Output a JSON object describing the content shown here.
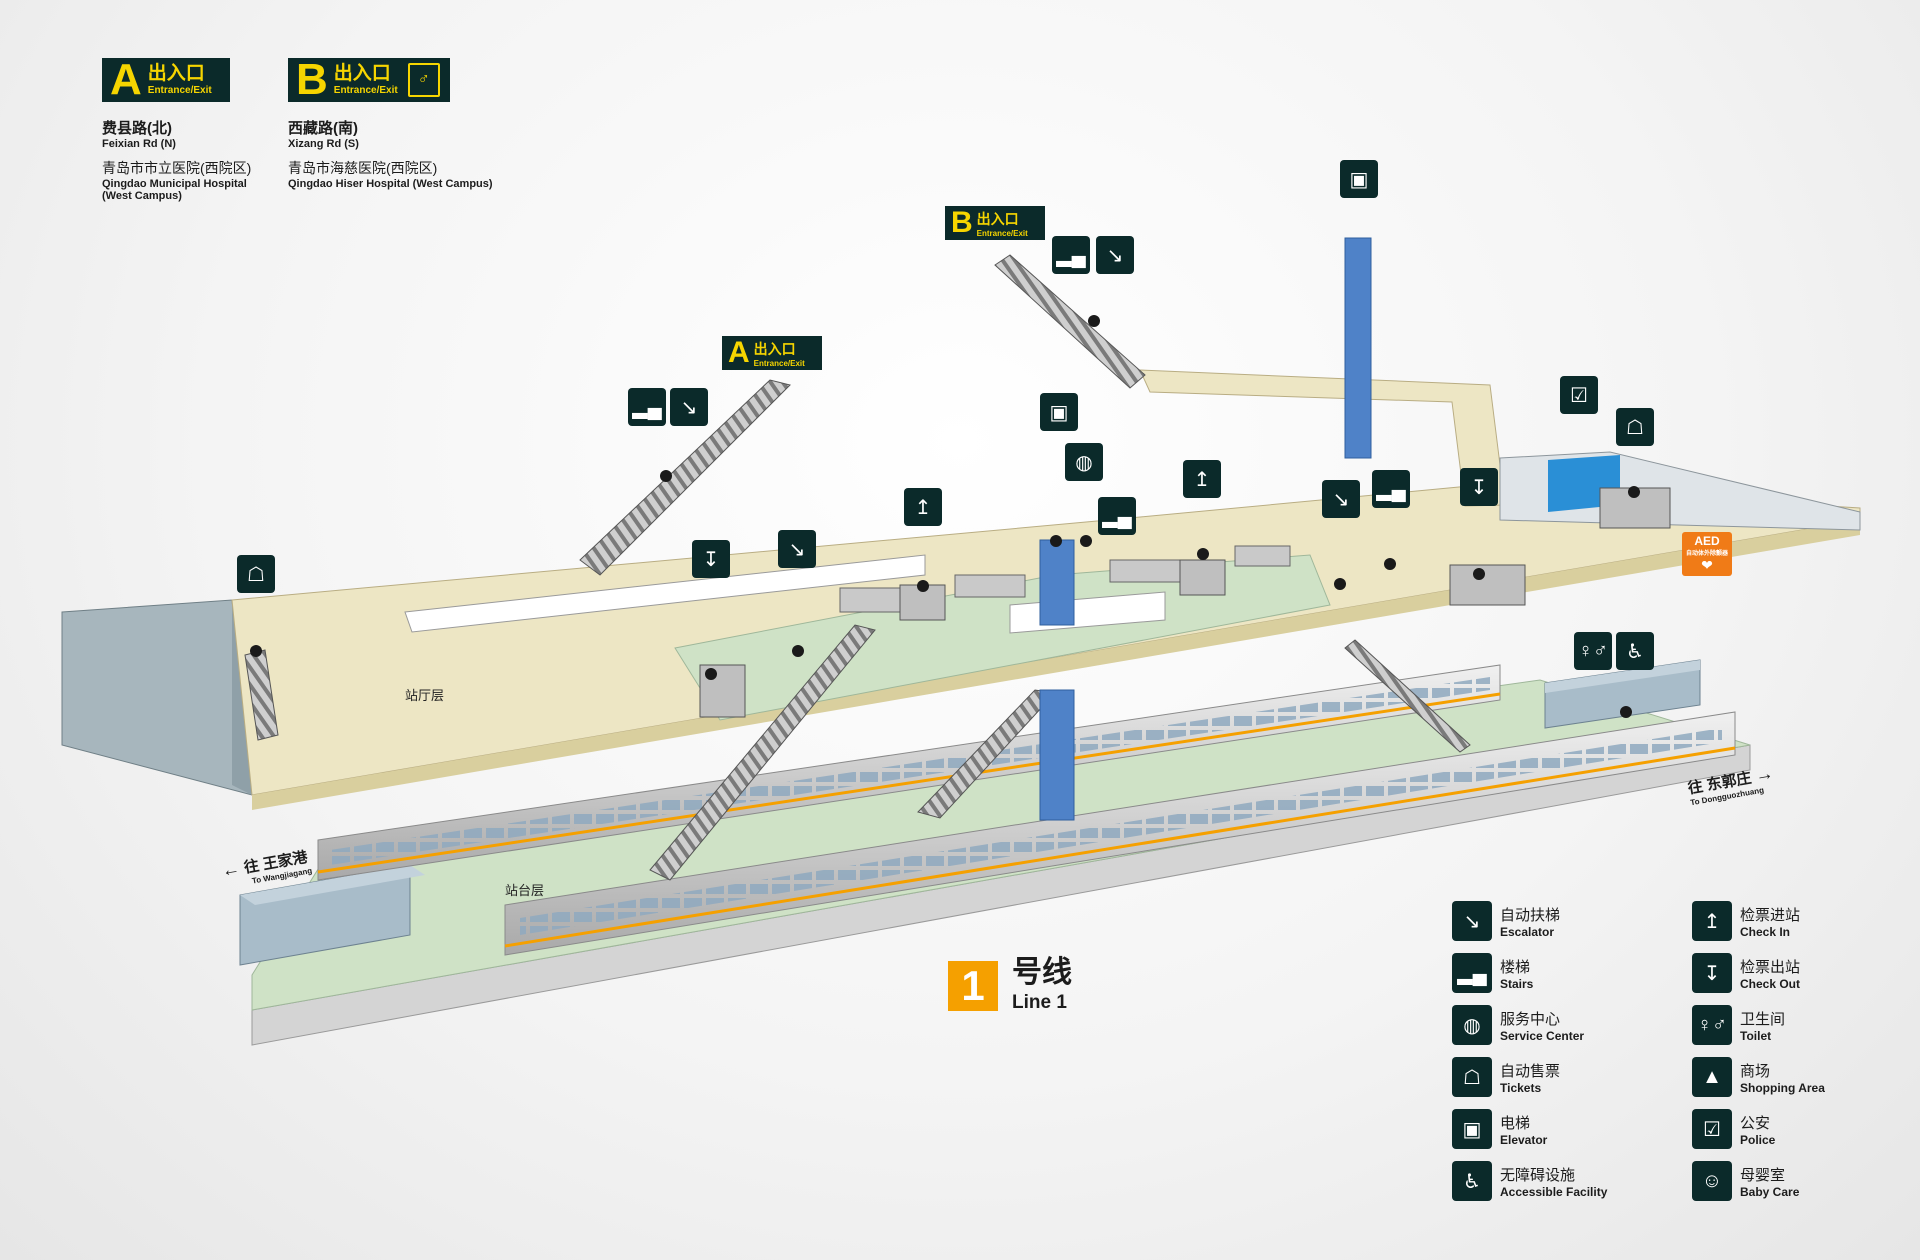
{
  "exits": [
    {
      "letter": "A",
      "zh": "出入口",
      "en": "Entrance/Exit",
      "road_zh": "费县路(北)",
      "road_en": "Feixian Rd (N)",
      "place_zh": "青岛市市立医院(西院区)",
      "place_en": "Qingdao Municipal Hospital (West Campus)"
    },
    {
      "letter": "B",
      "zh": "出入口",
      "en": "Entrance/Exit",
      "road_zh": "西藏路(南)",
      "road_en": "Xizang Rd (S)",
      "place_zh": "青岛市海慈医院(西院区)",
      "place_en": "Qingdao Hiser Hospital (West Campus)"
    }
  ],
  "diagram": {
    "concourse_label": "站厅层",
    "platform_label": "站台层",
    "dir_west_zh": "往 王家港",
    "dir_west_en": "To Wangjiagang",
    "dir_east_zh": "往 东郭庄",
    "dir_east_en": "To Dongguozhuang",
    "aed_label": "AED",
    "aed_sub": "自动体外除颤器"
  },
  "line": {
    "number": "1",
    "zh": "号线",
    "en": "Line 1",
    "color": "#f5a000"
  },
  "legend": [
    {
      "zh": "自动扶梯",
      "en": "Escalator",
      "icon": "escalator-icon"
    },
    {
      "zh": "楼梯",
      "en": "Stairs",
      "icon": "stairs-icon"
    },
    {
      "zh": "服务中心",
      "en": "Service Center",
      "icon": "service-center-icon"
    },
    {
      "zh": "自动售票",
      "en": "Tickets",
      "icon": "ticket-icon"
    },
    {
      "zh": "电梯",
      "en": "Elevator",
      "icon": "elevator-icon"
    },
    {
      "zh": "无障碍设施",
      "en": "Accessible Facility",
      "icon": "accessible-icon"
    },
    {
      "zh": "检票进站",
      "en": "Check In",
      "icon": "check-in-icon"
    },
    {
      "zh": "检票出站",
      "en": "Check Out",
      "icon": "check-out-icon"
    },
    {
      "zh": "卫生间",
      "en": "Toilet",
      "icon": "toilet-icon"
    },
    {
      "zh": "商场",
      "en": "Shopping Area",
      "icon": "shopping-icon"
    },
    {
      "zh": "公安",
      "en": "Police",
      "icon": "police-icon"
    },
    {
      "zh": "母婴室",
      "en": "Baby Care",
      "icon": "baby-care-icon"
    }
  ],
  "colors": {
    "sign_bg": "#0b2a2a",
    "sign_text": "#f6d500",
    "concourse": "#ede6c4",
    "platform": "#cfe2c6",
    "column": "#4f82c8",
    "aed": "#f07b17"
  }
}
